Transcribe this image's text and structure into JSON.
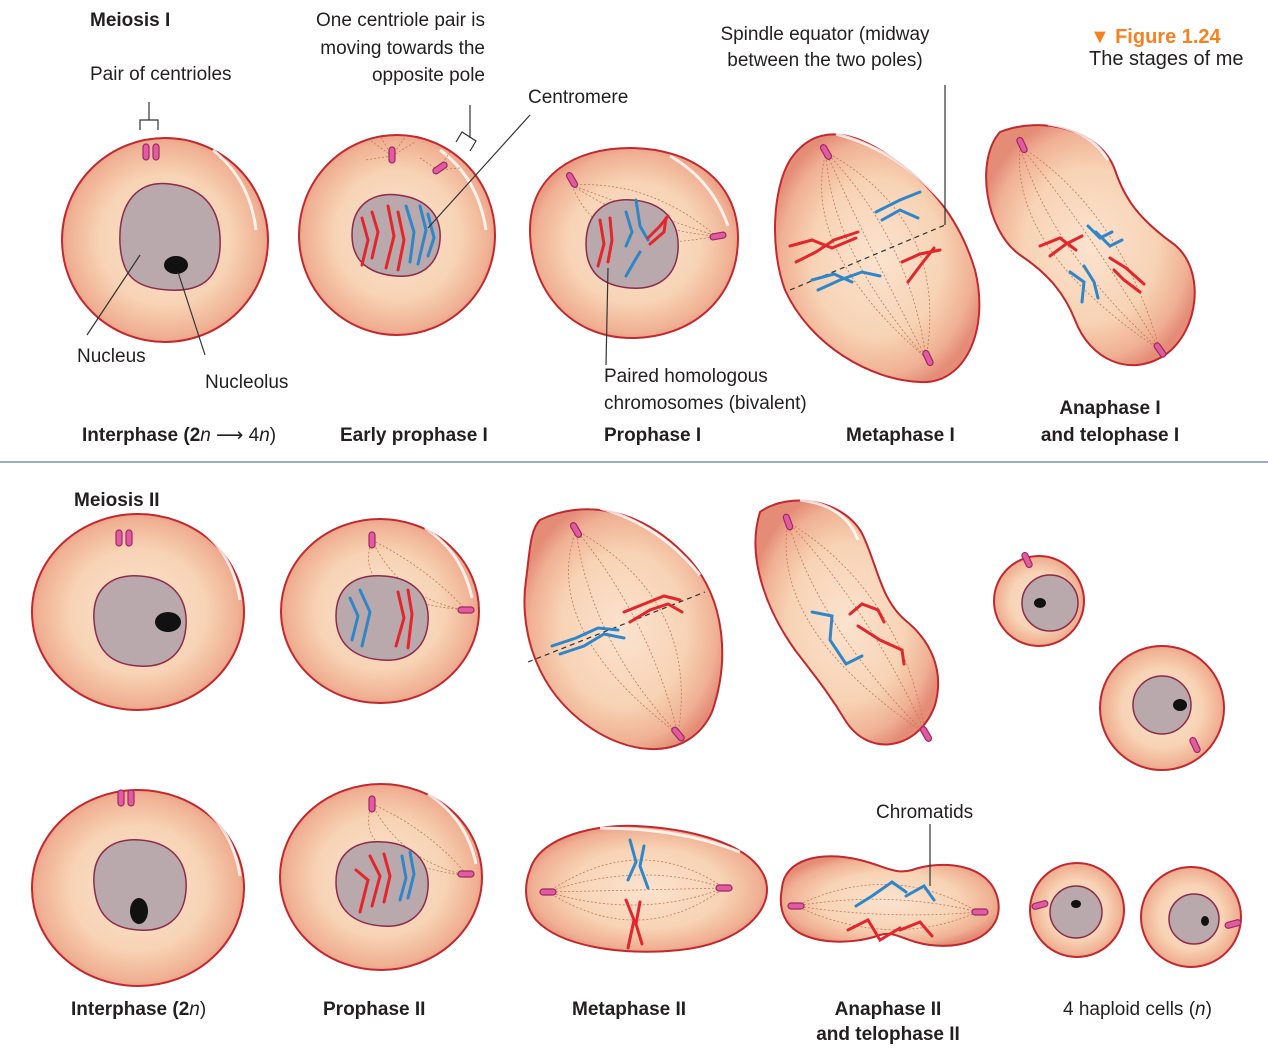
{
  "figure": {
    "marker": "▼",
    "number": "Figure 1.24",
    "caption": "The stages of me"
  },
  "meiosis1": {
    "heading": "Meiosis I",
    "stages": {
      "interphase": {
        "name": "Interphase (2",
        "n1": "n",
        "arrow": " ⟶ 4",
        "n2": "n",
        "close": ")"
      },
      "early_prophase": "Early prophase I",
      "prophase": "Prophase I",
      "metaphase": "Metaphase I",
      "anaphase": [
        "Anaphase I",
        "and telophase I"
      ]
    },
    "labels": {
      "centriole_pair": "Pair of centrioles",
      "moving_pair": [
        "One centriole pair is",
        "moving towards the",
        "opposite pole"
      ],
      "centromere": "Centromere",
      "spindle_equator": [
        "Spindle equator (midway",
        "between the two poles)"
      ],
      "nucleus": "Nucleus",
      "nucleolus": "Nucleolus",
      "bivalent": [
        "Paired homologous",
        "chromosomes (bivalent)"
      ]
    }
  },
  "meiosis2": {
    "heading": "Meiosis II",
    "stages": {
      "interphase": {
        "name": "Interphase (2",
        "n": "n",
        "close": ")"
      },
      "prophase": "Prophase II",
      "metaphase": "Metaphase II",
      "anaphase": [
        "Anaphase II",
        "and telophase II"
      ],
      "haploid": {
        "name": "4 haploid cells (",
        "n": "n",
        "close": ")"
      }
    },
    "labels": {
      "chromatids": "Chromatids"
    }
  },
  "colors": {
    "cell_fill": "#f6c8a4",
    "cell_edge": "#c2282e",
    "nucleus_fill": "#b9a9ac",
    "nucleus_edge": "#8e2a4a",
    "chrom_red": "#e3262b",
    "chrom_blue": "#2f86c8",
    "spindle": "#c07a52",
    "centriole": "#d1498c",
    "accent": "#f58220",
    "divider": "#7d8bbd"
  }
}
